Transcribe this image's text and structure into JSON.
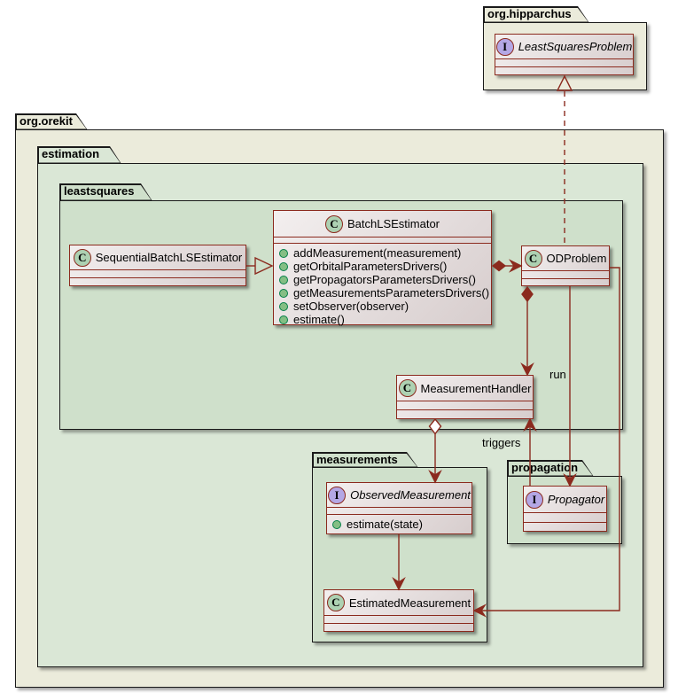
{
  "packages": {
    "hipparchus": {
      "label": "org.hipparchus"
    },
    "orekit": {
      "label": "org.orekit"
    },
    "estimation": {
      "label": "estimation"
    },
    "leastsquares": {
      "label": "leastsquares"
    },
    "measurements": {
      "label": "measurements"
    },
    "propagation": {
      "label": "propagation"
    }
  },
  "classes": {
    "leastSquaresProblem": {
      "icon": "I",
      "name": "LeastSquaresProblem"
    },
    "sequentialBatchLSEstimator": {
      "icon": "C",
      "name": "SequentialBatchLSEstimator"
    },
    "batchLSEstimator": {
      "icon": "C",
      "name": "BatchLSEstimator",
      "methods": [
        "addMeasurement(measurement)",
        "getOrbitalParametersDrivers()",
        "getPropagatorsParametersDrivers()",
        "getMeasurementsParametersDrivers()",
        "setObserver(observer)",
        "estimate()"
      ]
    },
    "odProblem": {
      "icon": "C",
      "name": "ODProblem"
    },
    "measurementHandler": {
      "icon": "C",
      "name": "MeasurementHandler"
    },
    "observedMeasurement": {
      "icon": "I",
      "name": "ObservedMeasurement",
      "methods": [
        "estimate(state)"
      ]
    },
    "estimatedMeasurement": {
      "icon": "C",
      "name": "EstimatedMeasurement"
    },
    "propagator": {
      "icon": "I",
      "name": "Propagator"
    }
  },
  "edge_labels": {
    "run": "run",
    "triggers": "triggers"
  },
  "colors": {
    "line": "#8b2a1e",
    "class_border": "#8b2a1e",
    "package_beige": "#ebebdb",
    "package_green_outer": "#dae7d6",
    "package_green_inner": "#cfe0cb",
    "class_icon_bg": "#ADD1B2",
    "interface_icon_bg": "#B4A7E5",
    "method_dot": "#84BE84"
  }
}
